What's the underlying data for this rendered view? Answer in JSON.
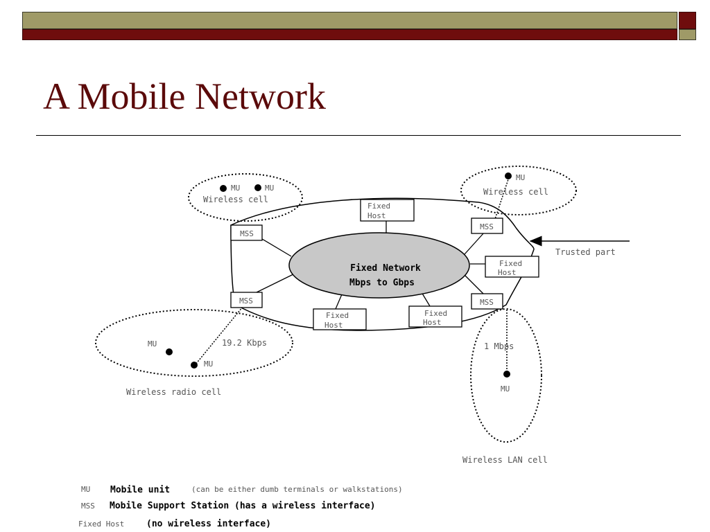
{
  "slide": {
    "title": "A Mobile Network",
    "colors": {
      "olive": "#9f9a67",
      "dark_red": "#6f0d0d",
      "title": "#5b0a0a",
      "network_fill": "#c8c8c8"
    }
  },
  "diagram": {
    "center": {
      "line1": "Fixed Network",
      "line2": "Mbps to Gbps"
    },
    "mss_label": "MSS",
    "fixed_host": {
      "line1": "Fixed",
      "line2": "Host"
    },
    "mu_label": "MU",
    "cells": {
      "top_left": "Wireless cell",
      "top_right": "Wireless cell",
      "radio": "Wireless radio cell",
      "lan": "Wireless LAN cell"
    },
    "speeds": {
      "radio": "19.2 Kbps",
      "lan": "1 Mbps"
    },
    "trusted": "Trusted part"
  },
  "legend": [
    {
      "abbr": "MU",
      "term": "Mobile unit",
      "note": "(can be either dumb terminals or walkstations)"
    },
    {
      "abbr": "MSS",
      "term": "Mobile Support Station (has a wireless interface)",
      "note": ""
    },
    {
      "abbr": "Fixed Host",
      "term": "(no wireless interface)",
      "note": ""
    }
  ]
}
